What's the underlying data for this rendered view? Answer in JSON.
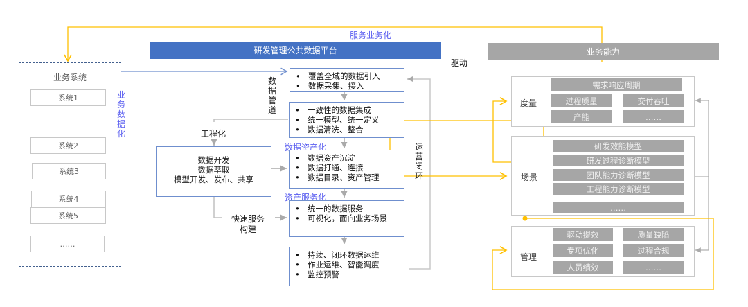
{
  "title_banner": "研发管理公共数据平台",
  "capability_banner": "业务能力",
  "labels": {
    "service_businessization": "服务业务化",
    "drive": "驱动",
    "business_datafication": "业务数据化",
    "data_pipeline": "数据管道",
    "engineering": "工程化",
    "data_assetization": "数据资产化",
    "asset_servicization": "资产服务化",
    "operation_closed_loop": "运营闭环",
    "fast_service_build_line1": "快速服务",
    "fast_service_build_line2": "构建"
  },
  "business_systems": {
    "title": "业务系统",
    "systems": [
      "系统1",
      "系统2",
      "系统3",
      "系统4",
      "系统5",
      "……"
    ]
  },
  "flow_boxes": [
    {
      "items": [
        "覆盖全域的数据引入",
        "数据采集、接入"
      ]
    },
    {
      "items": [
        "一致性的数据集成",
        "统一模型、统一定义",
        "数据清洗、整合"
      ]
    },
    {
      "items": [
        "数据资产沉淀",
        "数据打通、连接",
        "数据目录、资产管理"
      ]
    },
    {
      "items": [
        "统一的数据服务",
        "可视化，面向业务场景"
      ]
    },
    {
      "items": [
        "持续、闭环数据运维",
        "作业运维、智能调度",
        "监控预警"
      ]
    }
  ],
  "dev_box": {
    "lines": [
      "数据开发",
      "数据萃取",
      "模型开发、发布、共享"
    ]
  },
  "capabilities": {
    "measure": {
      "label": "度量",
      "cells": [
        "需求响应周期",
        "过程质量",
        "交付吞吐",
        "产能",
        "……"
      ]
    },
    "scenario": {
      "label": "场景",
      "cells": [
        "研发效能模型",
        "研发过程诊断模型",
        "团队能力诊断模型",
        "工程能力诊断模型",
        "……"
      ]
    },
    "management": {
      "label": "管理",
      "cells": [
        "驱动提效",
        "质量缺陷",
        "专项优化",
        "过程合规",
        "人员绩效",
        "……"
      ]
    }
  },
  "colors": {
    "platform_blue": "#4472c4",
    "capability_gray": "#a6a6a6",
    "flow_yellow": "#ffc000",
    "accent_label_blue": "#5a5ef0"
  }
}
